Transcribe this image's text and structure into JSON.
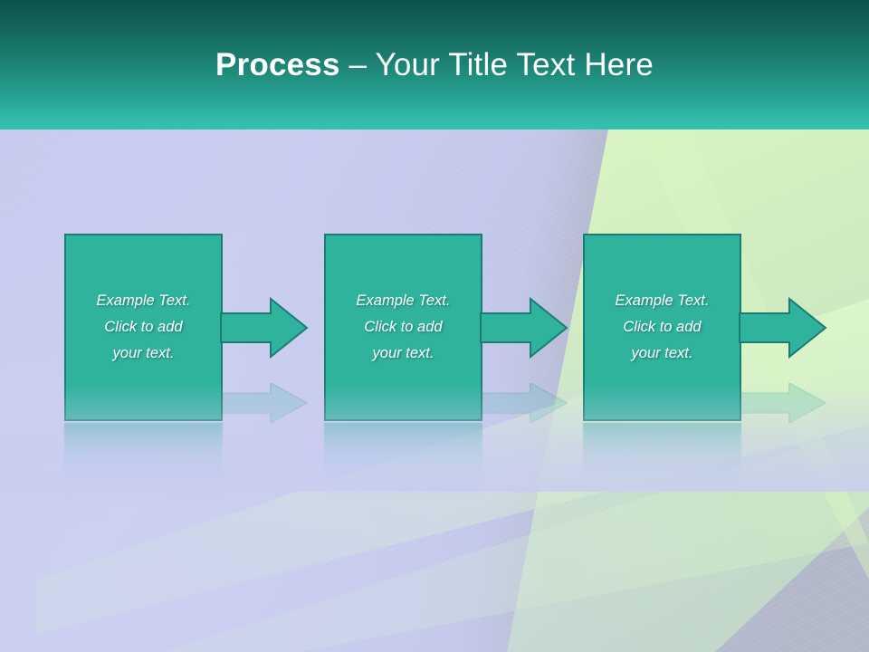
{
  "slide": {
    "title": {
      "bold_part": "Process ",
      "rest": "– Your Title Text Here",
      "full": "Process – Your Title Text Here"
    },
    "theme": {
      "header_gradient_top": "#0b5249",
      "header_gradient_bottom": "#33c2ae",
      "box_fill": "#2fb39d",
      "box_border": "#1c7c73",
      "background": "#c9cdf0",
      "beam_color": "#d8f7bd",
      "text_color": "#ffffff"
    }
  },
  "process": {
    "steps": [
      {
        "id": "step-1",
        "text": "Example Text.\nClick  to add\nyour text.",
        "arrow_label": "arrow-right"
      },
      {
        "id": "step-2",
        "text": "Example Text.\nClick  to add\nyour text.",
        "arrow_label": "arrow-right"
      },
      {
        "id": "step-3",
        "text": "Example Text.\nClick  to add\nyour text.",
        "arrow_label": "arrow-right"
      }
    ]
  }
}
